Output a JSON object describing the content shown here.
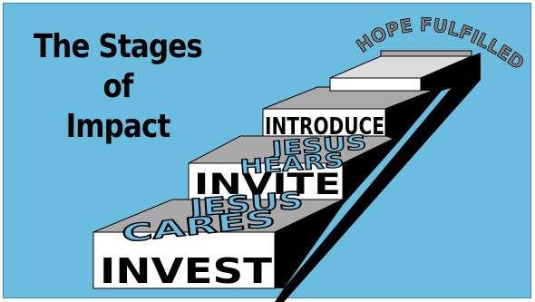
{
  "title": {
    "line1": "The Stages",
    "line2": "of",
    "line3": "Impact"
  },
  "steps": {
    "invest": "INVEST",
    "jesus_cares_1": "JESUS",
    "jesus_cares_2": "CARES",
    "invite": "INVITE",
    "jesus_hears_1": "JESUS",
    "jesus_hears_2": "HEARS",
    "introduce": "INTRODUCE",
    "hope_fulfilled": "HOPE FULFILLED"
  },
  "colors": {
    "background": "#6bbde0",
    "step_top": "#a9a9a9",
    "step_top_light": "#e6e6e6",
    "step_side": "#000000",
    "step_front": "#ffffff",
    "hope_text": "#808080"
  }
}
